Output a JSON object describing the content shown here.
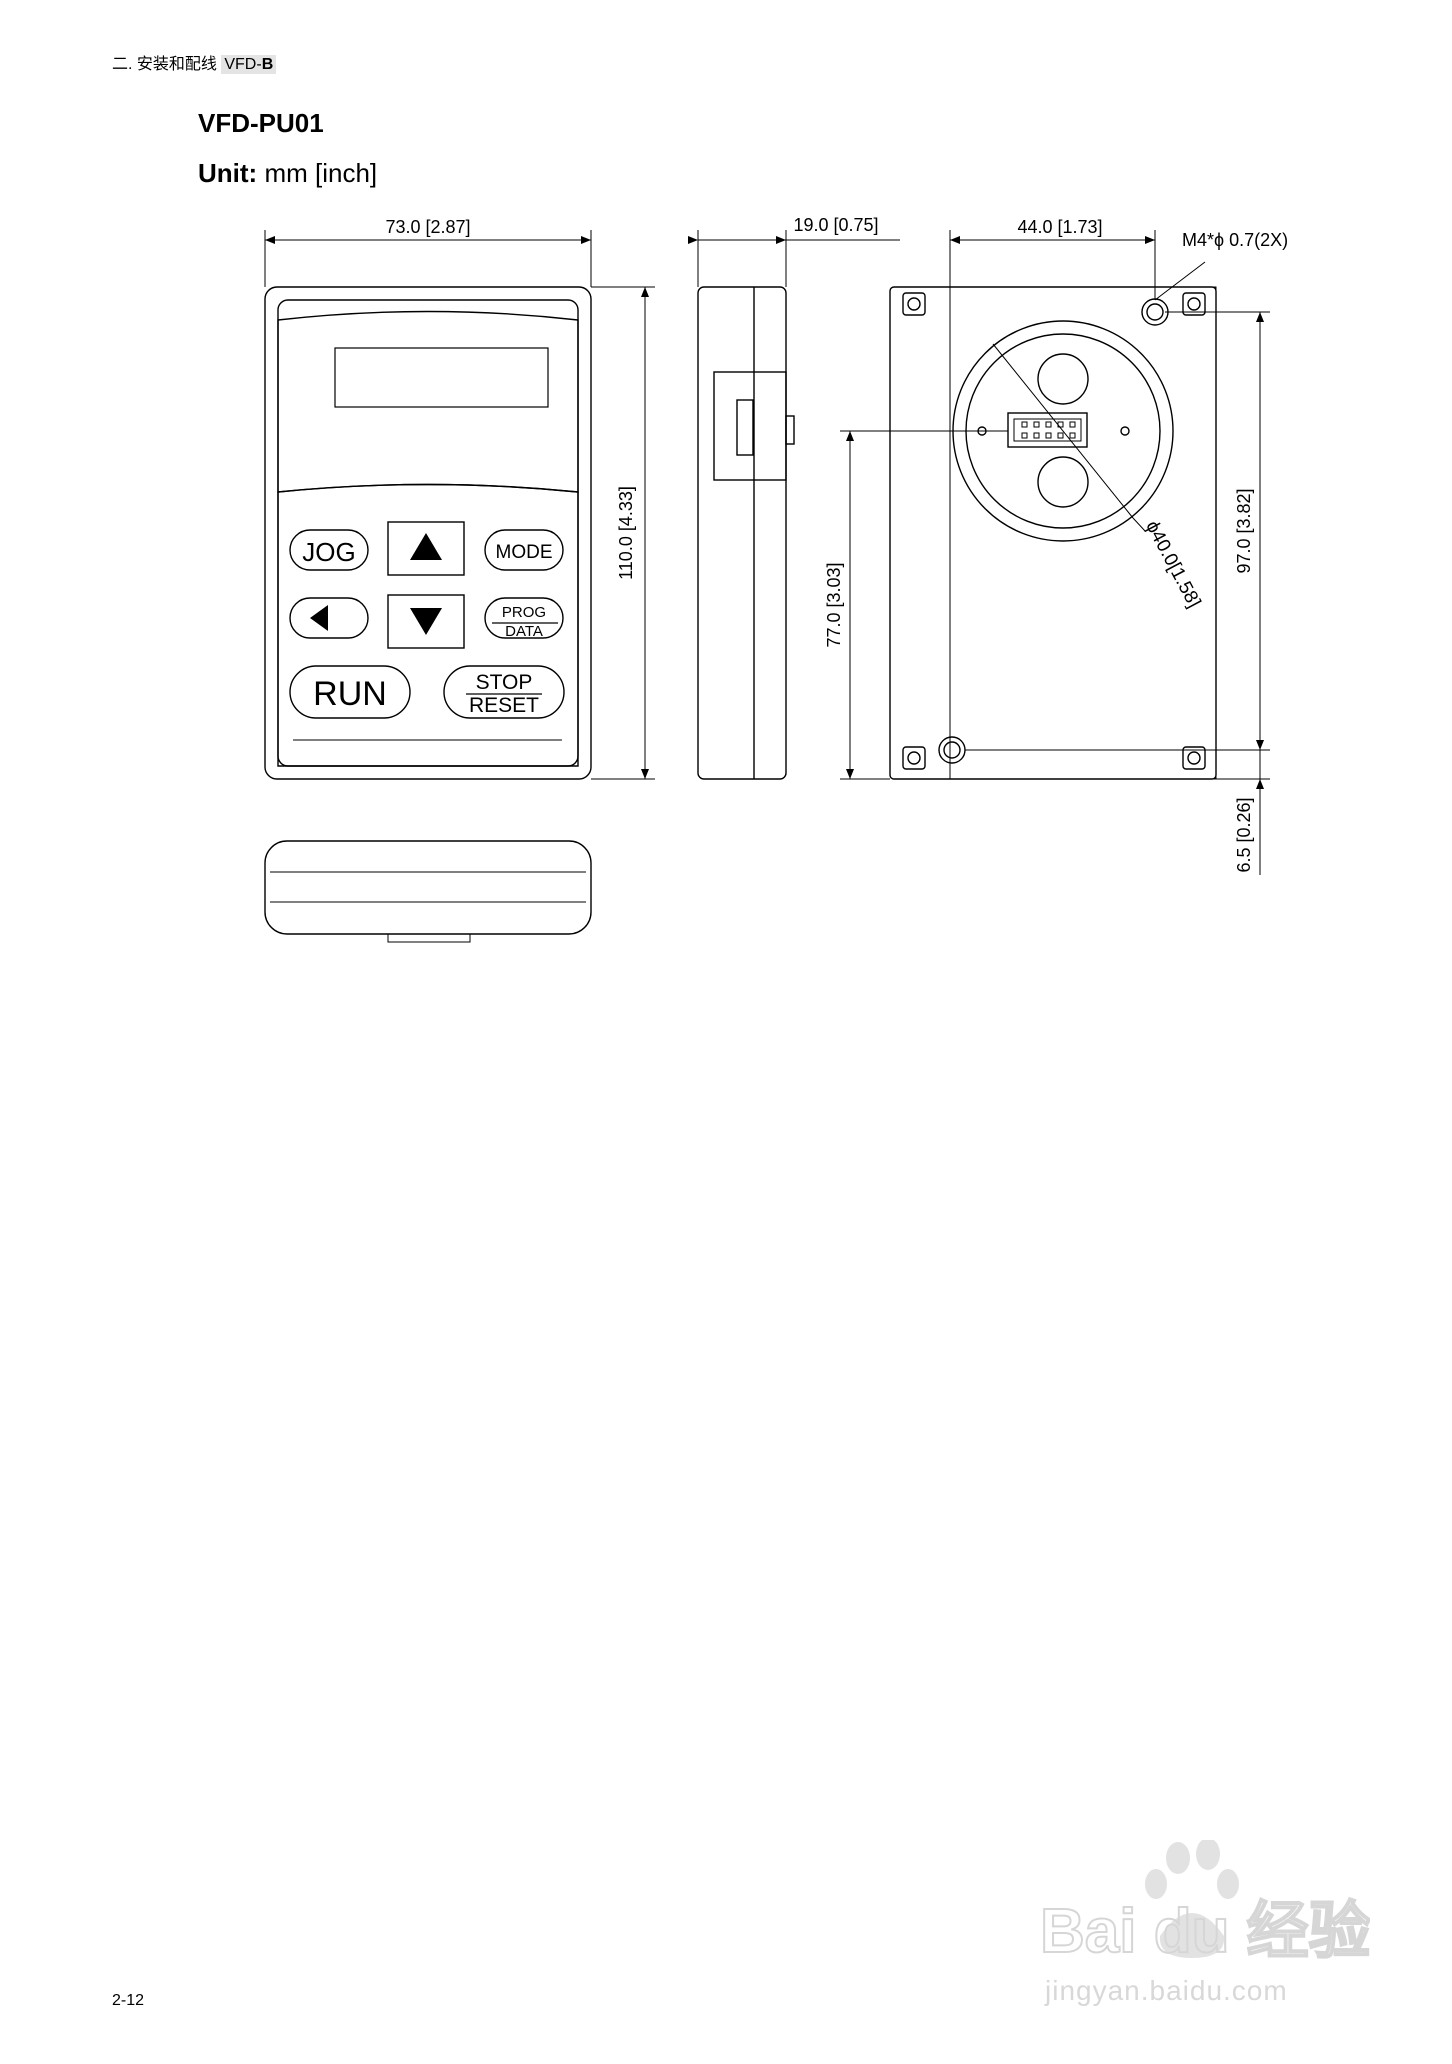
{
  "header": {
    "section": "二. 安装和配线",
    "model_prefix": "VFD-",
    "model_suffix": "B"
  },
  "title": "VFD-PU01",
  "unit": {
    "label": "Unit:",
    "value": "mm [inch]"
  },
  "keypad": {
    "jog": "JOG",
    "mode": "MODE",
    "prog": "PROG",
    "data": "DATA",
    "run": "RUN",
    "stop": "STOP",
    "reset": "RESET"
  },
  "dimensions": {
    "front_width": "73.0 [2.87]",
    "front_height": "110.0 [4.33]",
    "side_depth": "19.0 [0.75]",
    "rear_hole_spacing": "44.0 [1.73]",
    "screw_spec": "M4*ϕ 0.7(2X)",
    "rear_hole_height": "97.0 [3.82]",
    "rear_center_height": "77.0 [3.03]",
    "rear_bottom_offset": "6.5 [0.26]",
    "cutout_diameter": "ϕ40.0[1.58]"
  },
  "page_number": "2-12",
  "watermark": {
    "brand": "Bai du 经验",
    "url": "jingyan.baidu.com"
  }
}
